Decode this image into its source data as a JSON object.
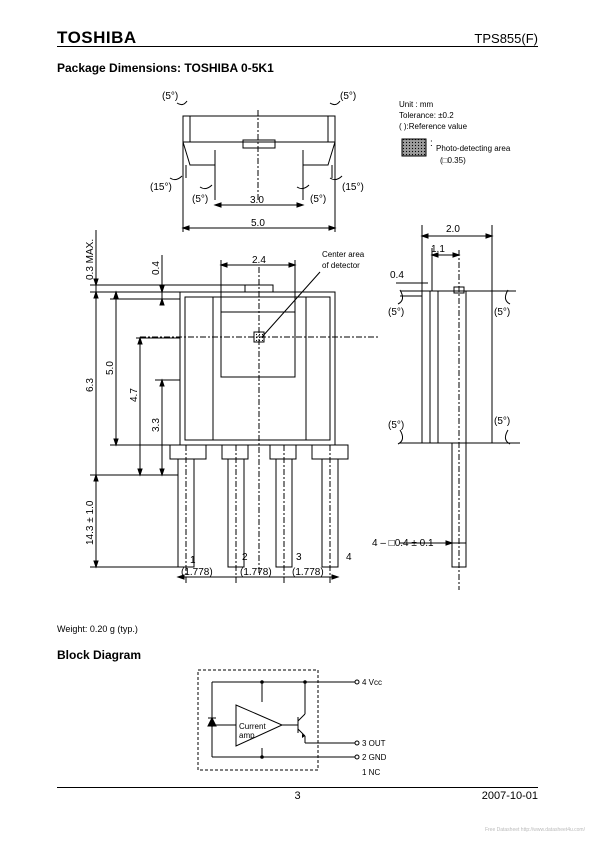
{
  "header": {
    "brand": "TOSHIBA",
    "part_number": "TPS855(F)"
  },
  "sections": {
    "package_title": "Package Dimensions: TOSHIBA 0-5K1",
    "block_title": "Block Diagram"
  },
  "legend": {
    "unit": "Unit : mm",
    "tolerance": "Tolerance: ±0.2",
    "reference": "( ):Reference value",
    "photo_area": "Photo-detecting area",
    "photo_area_size": "(□0.35)"
  },
  "dimensions": {
    "angle_5": "(5°)",
    "angle_15": "(15°)",
    "top_3_0": "3.0",
    "top_5_0": "5.0",
    "front_2_4": "2.4",
    "center_label": "Center area of detector",
    "v_0_3": "0.3 MAX.",
    "v_0_4": "0.4",
    "v_6_3": "6.3",
    "v_5_0": "5.0",
    "v_4_7": "4.7",
    "v_3_3": "3.3",
    "v_14_3": "14.3 ± 1.0",
    "pin_labels": [
      "1",
      "2",
      "3",
      "4"
    ],
    "pitch": "(1.778)",
    "side_2_0": "2.0",
    "side_1_1": "1.1",
    "side_0_4": "0.4",
    "lead_size": "4 – □0.4 ± 0.1"
  },
  "weight": "Weight: 0.20 g (typ.)",
  "block": {
    "amp_label_1": "Current",
    "amp_label_2": "amp",
    "pin4": "4 Vcc",
    "pin3": "3 OUT",
    "pin2": "2 GND",
    "pin1": "1 NC"
  },
  "footer": {
    "page": "3",
    "date": "2007-10-01",
    "watermark": "Free Datasheet http://www.datasheet4u.com/"
  }
}
